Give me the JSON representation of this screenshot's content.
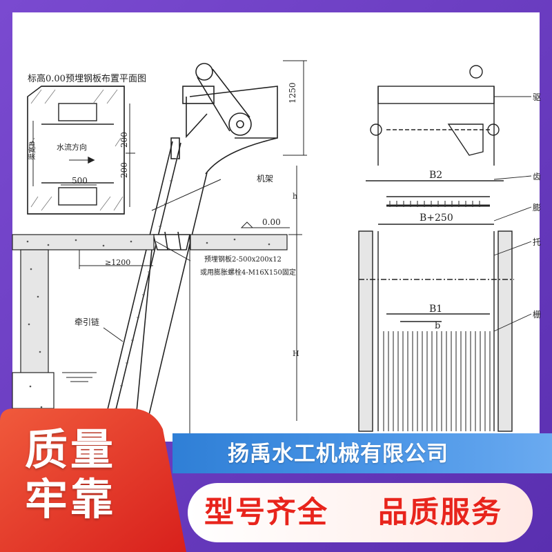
{
  "drawing": {
    "plan_title": "标高0.00预埋钢板布置平面图",
    "flow_direction": "水流方向",
    "channel_width": "渠宽B",
    "dim_500": "500",
    "dim_200_a": "200",
    "dim_200_b": "200",
    "dim_1250": "1250",
    "frame_label": "机架",
    "elevation": "0.00",
    "dim_1200": "≥1200",
    "plate_note_1": "预埋钢板2-500x200x12",
    "plate_note_2": "或用膨胀螺栓4-M16X150固定",
    "chain_label": "牵引链",
    "h_small": "h",
    "h_large": "H",
    "b2": "B2",
    "b250": "B+250",
    "b1": "B1",
    "b_small": "b",
    "side_label_1": "驱",
    "side_label_2": "齿",
    "side_label_3": "膨",
    "side_label_4": "托",
    "side_label_5": "栅"
  },
  "banner": {
    "company": "扬禹水工机械有限公司",
    "quality_line1": "质量",
    "quality_line2": "牢靠",
    "slogan_part1": "型号齐全",
    "slogan_part2": "品质服务"
  },
  "colors": {
    "frame_purple": "#6b3fc0",
    "banner_blue": "#3a86dc",
    "accent_red": "#e8241c",
    "quality_red": "#e33a2e"
  }
}
